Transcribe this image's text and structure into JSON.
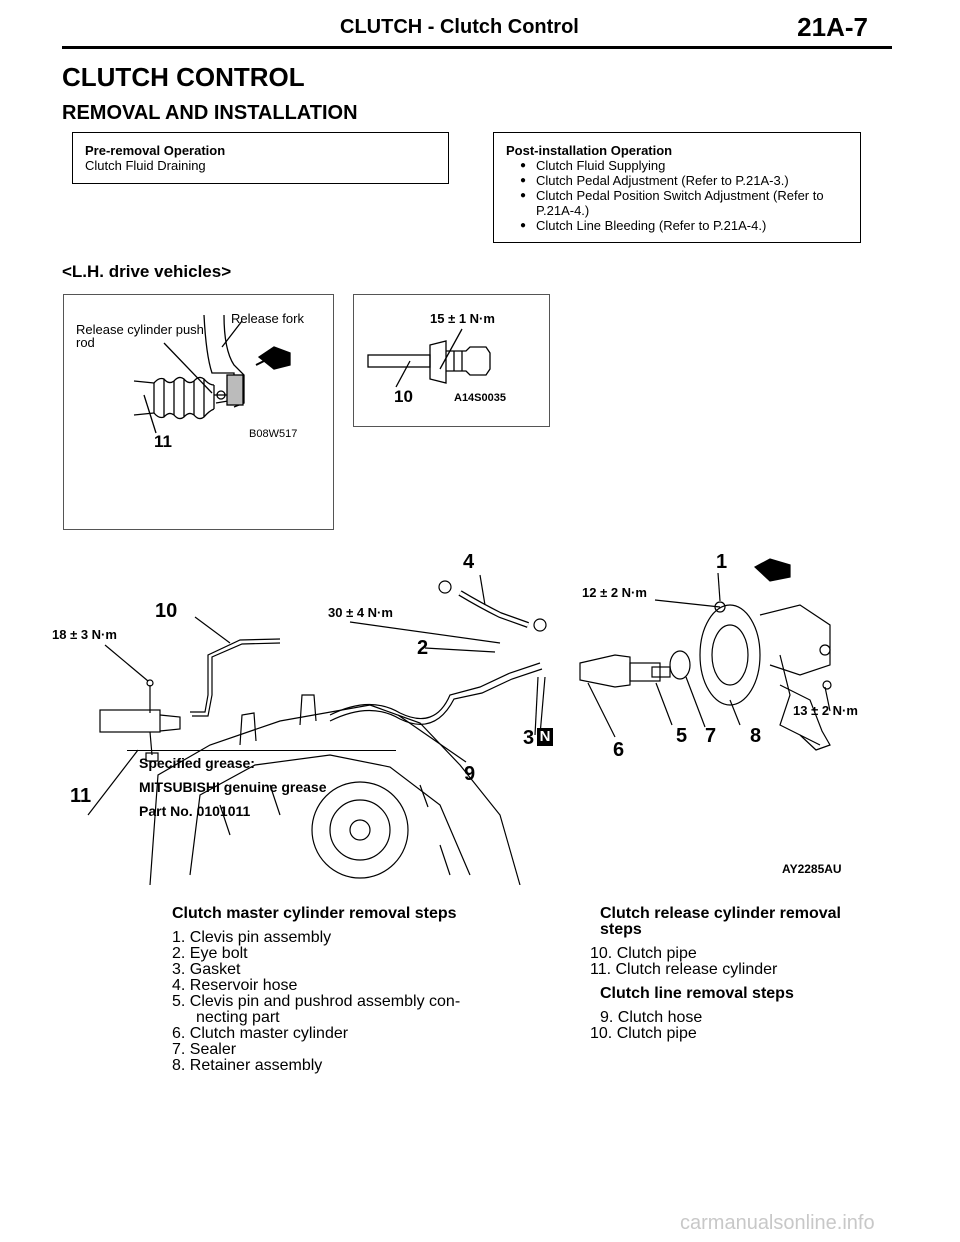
{
  "header": {
    "title": "CLUTCH - Clutch Control",
    "code": "21A-7"
  },
  "headings": {
    "h1": "CLUTCH CONTROL",
    "h2": "REMOVAL AND INSTALLATION"
  },
  "pre_removal": {
    "title": "Pre-removal Operation",
    "items": [
      "Clutch Fluid Draining"
    ]
  },
  "post_installation": {
    "title": "Post-installation Operation",
    "items": [
      "Clutch Fluid Supplying",
      "Clutch Pedal Adjustment (Refer to P.21A-3.)",
      "Clutch Pedal Position Switch Adjustment (Refer to P.21A-4.)",
      "Clutch Line Bleeding (Refer to P.21A-4.)"
    ]
  },
  "subheading": "<L.H. drive vehicles>",
  "detail_fig1": {
    "label_push_rod": "Release cylinder push rod",
    "label_fork": "Release fork",
    "callout": "11",
    "code": "B08W517"
  },
  "grease_note": [
    "Specified grease:",
    "MITSUBISHI genuine grease",
    "Part No. 0101011"
  ],
  "detail_fig2": {
    "torque": "15 ± 1 N·m",
    "callout": "10",
    "code": "A14S0035"
  },
  "main_fig": {
    "callouts": {
      "c1": "1",
      "c2": "2",
      "c3": "3",
      "c3_badge": "N",
      "c4": "4",
      "c5": "5",
      "c6": "6",
      "c7": "7",
      "c8": "8",
      "c9": "9",
      "c10": "10",
      "c11": "11"
    },
    "torques": {
      "t18": "18 ± 3 N·m",
      "t30": "30 ± 4 N·m",
      "t12": "12 ± 2 N·m",
      "t13": "13 ± 2 N·m"
    },
    "code": "AY2285AU"
  },
  "steps_master": {
    "heading": "Clutch master cylinder removal steps",
    "items": [
      "1. Clevis pin assembly",
      "2. Eye bolt",
      "3. Gasket",
      "4. Reservoir hose",
      "5. Clevis pin and pushrod assembly con- necting part",
      "6. Clutch master cylinder",
      "7. Sealer",
      "8. Retainer assembly"
    ]
  },
  "steps_release": {
    "heading": "Clutch release cylinder removal steps",
    "items": [
      "10. Clutch pipe",
      "11. Clutch release cylinder"
    ]
  },
  "steps_line": {
    "heading": "Clutch line removal steps",
    "items": [
      "9. Clutch hose",
      "10. Clutch pipe"
    ]
  },
  "watermark": "carmanualsonline.info"
}
